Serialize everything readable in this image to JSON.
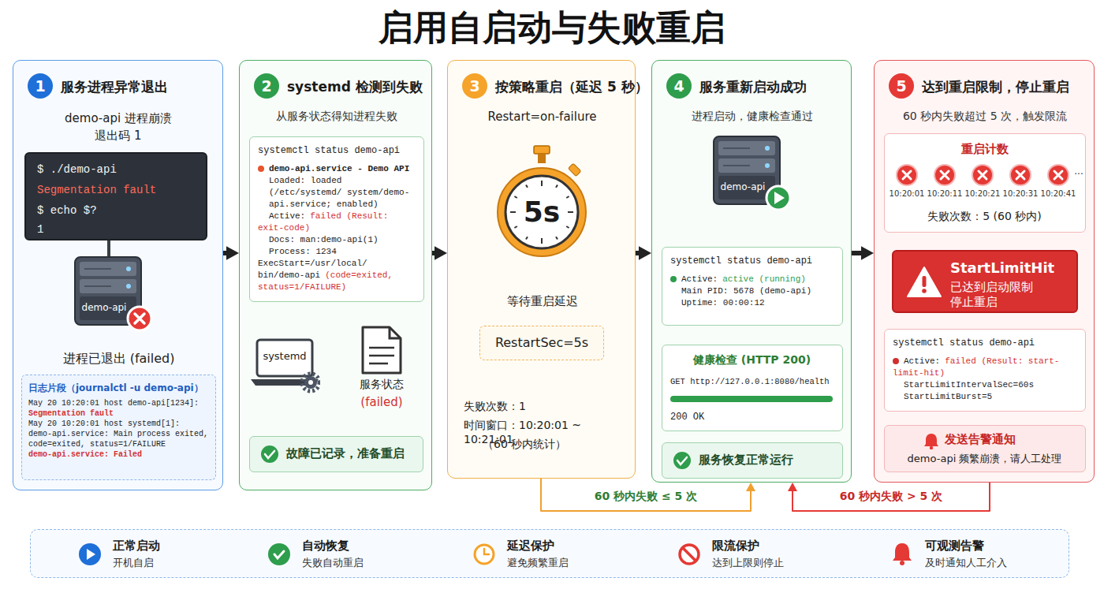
{
  "diagram": {
    "title": "启用自启动与失败重启",
    "nodes": [
      {
        "text": [
          "服务进程异常退出",
          "demo-api 进程崩溃 退出码 1",
          "进程已退出 (failed)"
        ]
      },
      {
        "text": [
          "$ ./demo-api",
          "Segmentation fault",
          "$ echo $?",
          "1"
        ],
        "in": 0
      },
      {
        "text": [
          "demo-api"
        ],
        "in": 0
      },
      {
        "text": [
          "日志片段（journalctl -u demo-api）",
          "May 20 10:20:01 host demo-api[1234]:",
          "Segmentation fault",
          "May 20 10:20:01 host systemd[1]:",
          "demo-api.service: Main process exited, code=exited, status=1/FAILURE",
          "demo-api.service: Failed"
        ],
        "in": 0
      },
      {
        "text": [
          "systemd 检测到失败",
          "从服务状态得知进程失败"
        ]
      },
      {
        "text": [
          "systemctl status demo-api",
          "demo-api.service - Demo API",
          "Loaded: loaded (/etc/systemd/ system/demo-api.service; enabled)",
          "Active:",
          "failed (Result: exit-code)",
          "Docs: man:demo-api(1)",
          "Process: 1234 ExecStart=/usr/local/ bin/demo-api",
          "(code=exited, status=1/FAILURE)"
        ],
        "in": 4
      },
      {
        "text": [
          "systemd"
        ],
        "in": 4
      },
      {
        "text": [
          "服务状态",
          "(failed)"
        ],
        "in": 4
      },
      {
        "text": [
          "故障已记录，准备重启"
        ],
        "in": 4
      },
      {
        "text": [
          "按策略重启（延迟 5 秒）",
          "Restart=on-failure",
          "等待重启延迟",
          "失败次数：1",
          "时间窗口：10:20:01 ~ 10:21:01",
          "（60 秒内统计）"
        ]
      },
      {
        "text": [
          "5s"
        ],
        "in": 9
      },
      {
        "text": [
          "RestartSec=5s"
        ],
        "in": 9
      },
      {
        "text": [
          "服务重新启动成功",
          "进程启动，健康检查通过"
        ]
      },
      {
        "text": [
          "demo-api"
        ],
        "in": 12
      },
      {
        "text": [
          "systemctl status demo-api",
          "Active:",
          "active (running)",
          "Main PID: 5678 (demo-api)",
          "Uptime: 00:00:12"
        ],
        "in": 12
      },
      {
        "text": [
          "健康检查 (HTTP 200)",
          "GET http://127.0.0.1:8080/health",
          "200 OK"
        ],
        "in": 12
      },
      {
        "text": [
          "服务恢复正常运行"
        ],
        "in": 12
      },
      {
        "text": [
          "达到重启限制，停止重启",
          "60 秒内失败超过 5 次，触发限流"
        ]
      },
      {
        "text": [
          "重启计数",
          "失败次数：5 (60 秒内)"
        ],
        "in": 17
      },
      {
        "text": [
          "StartLimitHit",
          "已达到启动限制 停止重启"
        ],
        "in": 17
      },
      {
        "text": [
          "systemctl status demo-api",
          "Active:",
          "failed (Result: start-limit-hit)",
          "StartLimitIntervalSec=60s",
          "StartLimitBurst=5"
        ],
        "in": 17
      },
      {
        "text": [
          "发送告警通知",
          "demo-api 频繁崩溃，请人工处理"
        ],
        "in": 17
      },
      {
        "text": [
          "正常启动",
          "开机自启",
          "自动恢复",
          "失败自动重启",
          "延迟保护",
          "避免频繁重启",
          "限流保护",
          "达到上限则停止",
          "可观测告警",
          "及时通知人工介入"
        ]
      }
    ],
    "edges": [
      {
        "from": 0,
        "to": 4,
        "arrow": "to"
      },
      {
        "from": 4,
        "to": 9,
        "arrow": "to"
      },
      {
        "from": 9,
        "to": 12,
        "arrow": "to"
      },
      {
        "from": 12,
        "to": 17,
        "arrow": "to"
      },
      {
        "from": 5,
        "to": 7,
        "arrow": "to"
      },
      {
        "from": 9,
        "to": 12,
        "label": "60 秒内失败 ≤ 5 次",
        "arrow": "to"
      },
      {
        "from": 17,
        "to": 12,
        "label": "60 秒内失败 > 5 次",
        "arrow": "to"
      },
      {
        "from": 13,
        "to": 14,
        "arrow": "to"
      },
      {
        "from": 18,
        "to": 19,
        "arrow": "to"
      }
    ],
    "labels": [
      "1",
      "2",
      "3",
      "4",
      "5",
      "10:20:01",
      "10:20:11",
      "10:20:21",
      "10:20:31",
      "10:20:41",
      "..."
    ]
  }
}
